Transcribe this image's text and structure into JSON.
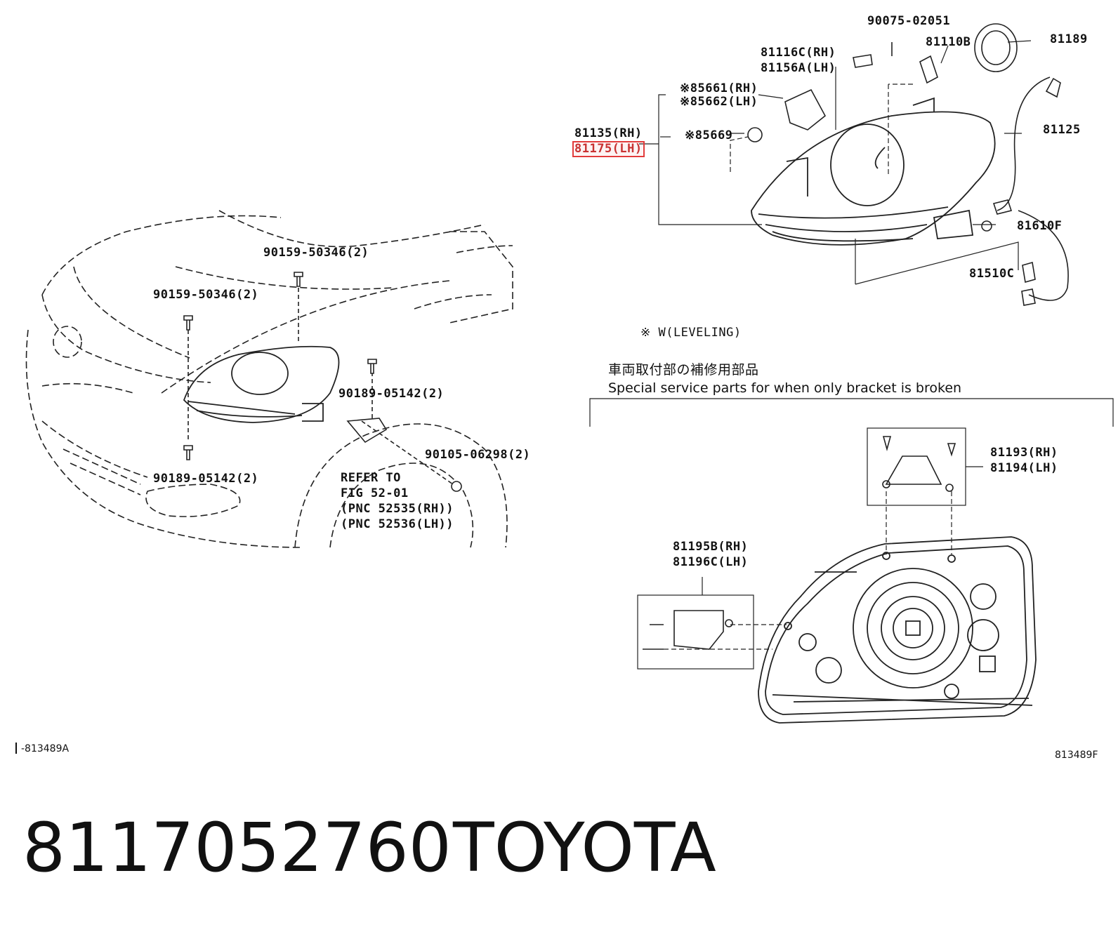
{
  "callouts": {
    "left": {
      "p90159_a": "90159-50346(2)",
      "p90159_b": "90159-50346(2)",
      "p90189_a": "90189-05142(2)",
      "p90189_b": "90189-05142(2)",
      "p90105": "90105-06298(2)",
      "refer": [
        "REFER TO",
        "FIG 52-01",
        "(PNC 52535(RH))",
        "(PNC 52536(LH))"
      ]
    },
    "top_right": {
      "p90075": "90075-02051",
      "p81116": "81116C(RH)",
      "p81156": "81156A(LH)",
      "p81110": "81110B",
      "p81189": "81189",
      "p85661": "※85661(RH)",
      "p85662": "※85662(LH)",
      "p81135": "81135(RH)",
      "p81175": "81175(LH)",
      "p85669": "※85669",
      "p81125": "81125",
      "p81610": "81610F",
      "p81510": "81510C",
      "note": "※ W(LEVELING)"
    },
    "bottom_right": {
      "heading_jp": "車両取付部の補修用部品",
      "heading_en": "Special service parts for when only bracket is broken",
      "p81193": "81193(RH)",
      "p81194": "81194(LH)",
      "p81195": "81195B(RH)",
      "p81196": "81196C(LH)"
    }
  },
  "figure_codes": {
    "left": "-813489A",
    "right": "813489F"
  },
  "footer": {
    "part_number": "8117052760",
    "brand": "TOYOTA"
  },
  "highlight_color": "#e23b3b"
}
